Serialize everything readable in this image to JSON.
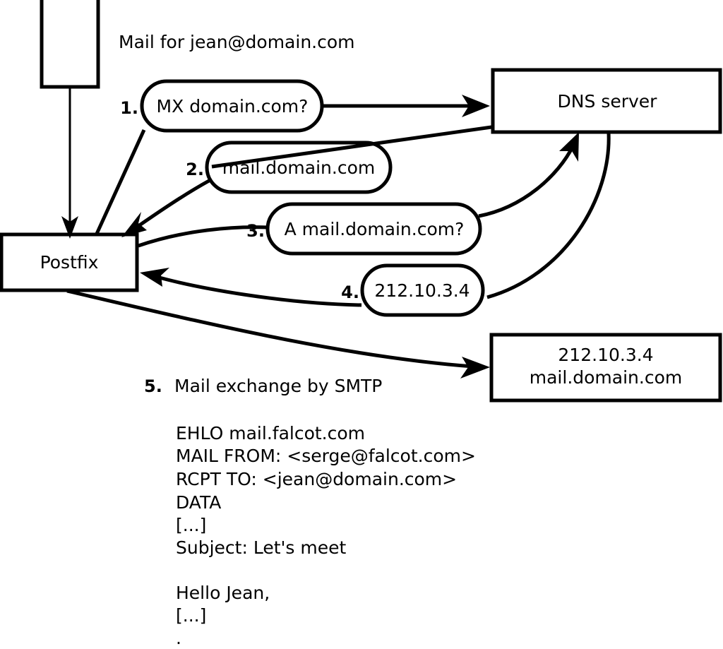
{
  "diagram": {
    "title_note": "Mail for jean@domain.com",
    "colors": {
      "stroke": "#000000",
      "fill": "#ffffff",
      "background": "#ffffff"
    },
    "nodes": {
      "sender_box": {
        "label": ""
      },
      "postfix": {
        "label": "Postfix"
      },
      "dns_server": {
        "label": "DNS server"
      },
      "mail_server": {
        "line1": "212.10.3.4",
        "line2": "mail.domain.com"
      }
    },
    "steps": [
      {
        "num": "1.",
        "label": "MX domain.com?"
      },
      {
        "num": "2.",
        "label": "mail.domain.com"
      },
      {
        "num": "3.",
        "label": "A mail.domain.com?"
      },
      {
        "num": "4.",
        "label": "212.10.3.4"
      },
      {
        "num": "5.",
        "label": "Mail exchange by SMTP"
      }
    ],
    "smtp_transcript": [
      "EHLO mail.falcot.com",
      "MAIL FROM: <serge@falcot.com>",
      "RCPT TO: <jean@domain.com>",
      "DATA",
      "[...]",
      "Subject: Let's meet",
      "",
      "Hello Jean,",
      "[...]",
      "."
    ]
  }
}
